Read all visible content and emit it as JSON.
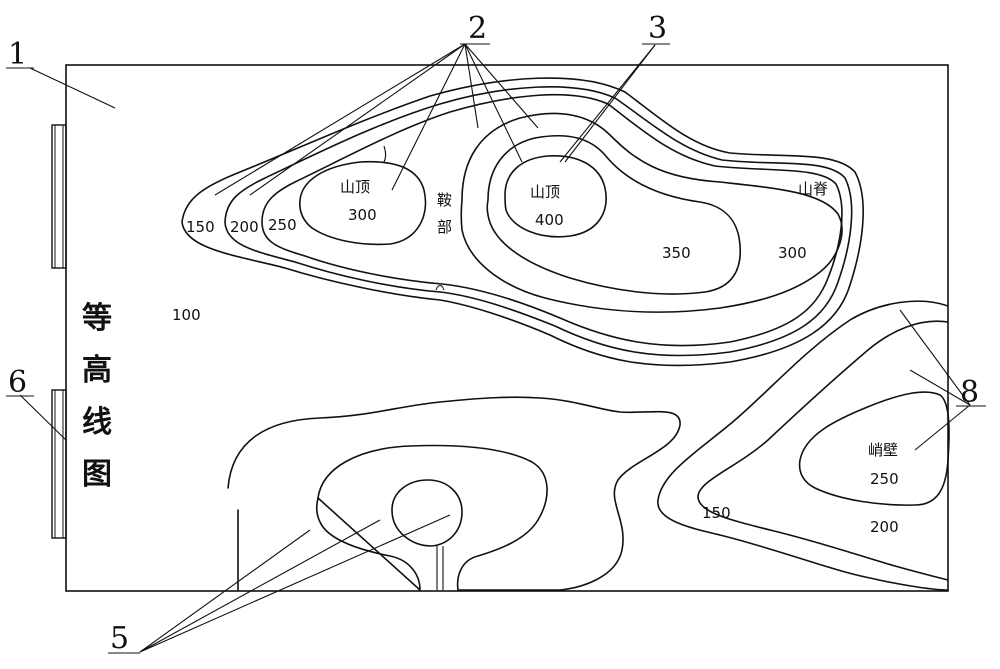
{
  "title_chars": [
    "等",
    "高",
    "线",
    "图"
  ],
  "refs": {
    "r1": "1",
    "r2": "2",
    "r3": "3",
    "r5": "5",
    "r6": "6",
    "r8": "8"
  },
  "labels": {
    "summit_left": "山顶",
    "summit_left_elev": "300",
    "summit_right": "山顶",
    "summit_right_elev": "400",
    "saddle_1": "鞍",
    "saddle_2": "部",
    "ridge": "山脊",
    "elev_150_top": "150",
    "elev_200_top": "200",
    "elev_250_top": "250",
    "elev_350": "350",
    "elev_300_right": "300",
    "elev_100": "100",
    "cliff": "峭壁",
    "elev_250_cliff": "250",
    "elev_200_cliff": "200",
    "elev_150_cliff": "150"
  }
}
